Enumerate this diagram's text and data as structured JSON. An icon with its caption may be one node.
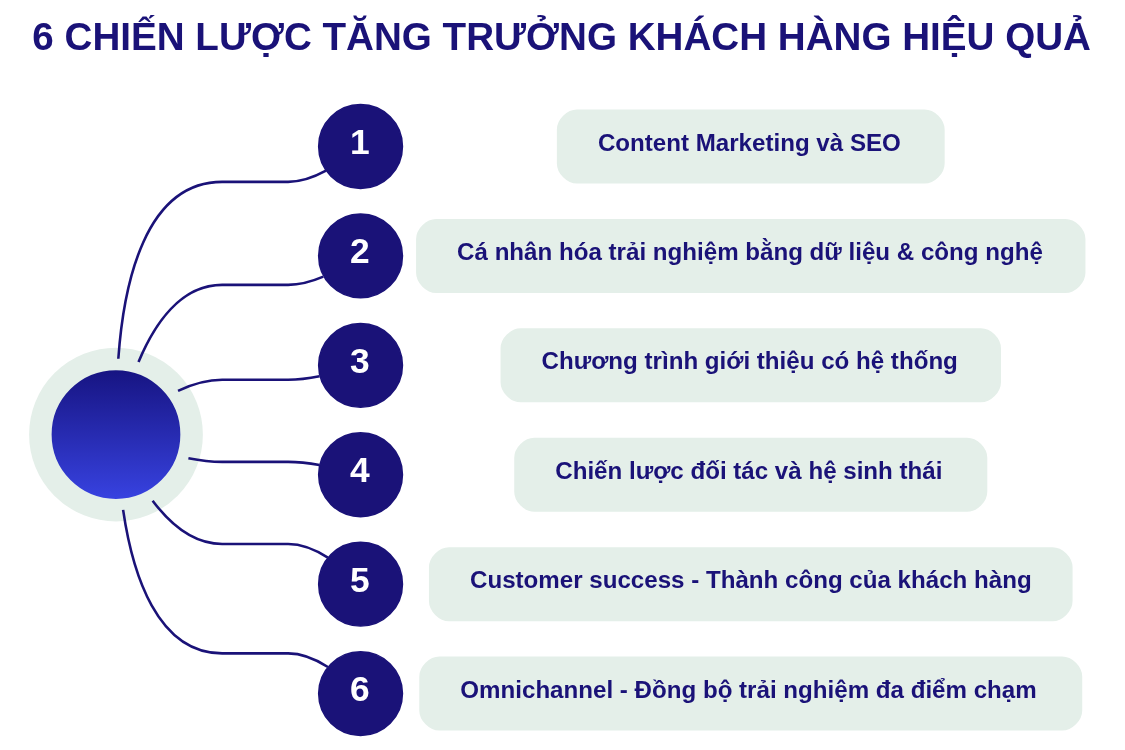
{
  "diagram": {
    "title": "6 CHIẾN LƯỢC TĂNG TRƯỞNG KHÁCH HÀNG HIỆU QUẢ",
    "nodes": [
      {
        "text": [],
        "shape": "circle"
      },
      {
        "text": [
          "1"
        ]
      },
      {
        "text": [
          "Content Marketing và SEO"
        ]
      },
      {
        "text": [
          "2"
        ]
      },
      {
        "text": [
          "Cá nhân hóa trải nghiệm bằng dữ liệu & công nghệ"
        ]
      },
      {
        "text": [
          "3"
        ]
      },
      {
        "text": [
          "Chương trình giới thiệu có hệ thống"
        ]
      },
      {
        "text": [
          "4"
        ]
      },
      {
        "text": [
          "Chiến lược đối tác và hệ sinh thái"
        ]
      },
      {
        "text": [
          "5"
        ]
      },
      {
        "text": [
          "Customer success - Thành công của khách hàng"
        ]
      },
      {
        "text": [
          "6"
        ]
      },
      {
        "text": [
          "Omnichannel - Đồng bộ trải nghiệm đa điểm chạm"
        ]
      }
    ],
    "edges": [
      {
        "from": 0,
        "to": 1,
        "arrow": "none"
      },
      {
        "from": 0,
        "to": 3,
        "arrow": "none"
      },
      {
        "from": 0,
        "to": 5,
        "arrow": "none"
      },
      {
        "from": 0,
        "to": 7,
        "arrow": "none"
      },
      {
        "from": 0,
        "to": 9,
        "arrow": "none"
      },
      {
        "from": 0,
        "to": 11,
        "arrow": "none"
      }
    ]
  }
}
